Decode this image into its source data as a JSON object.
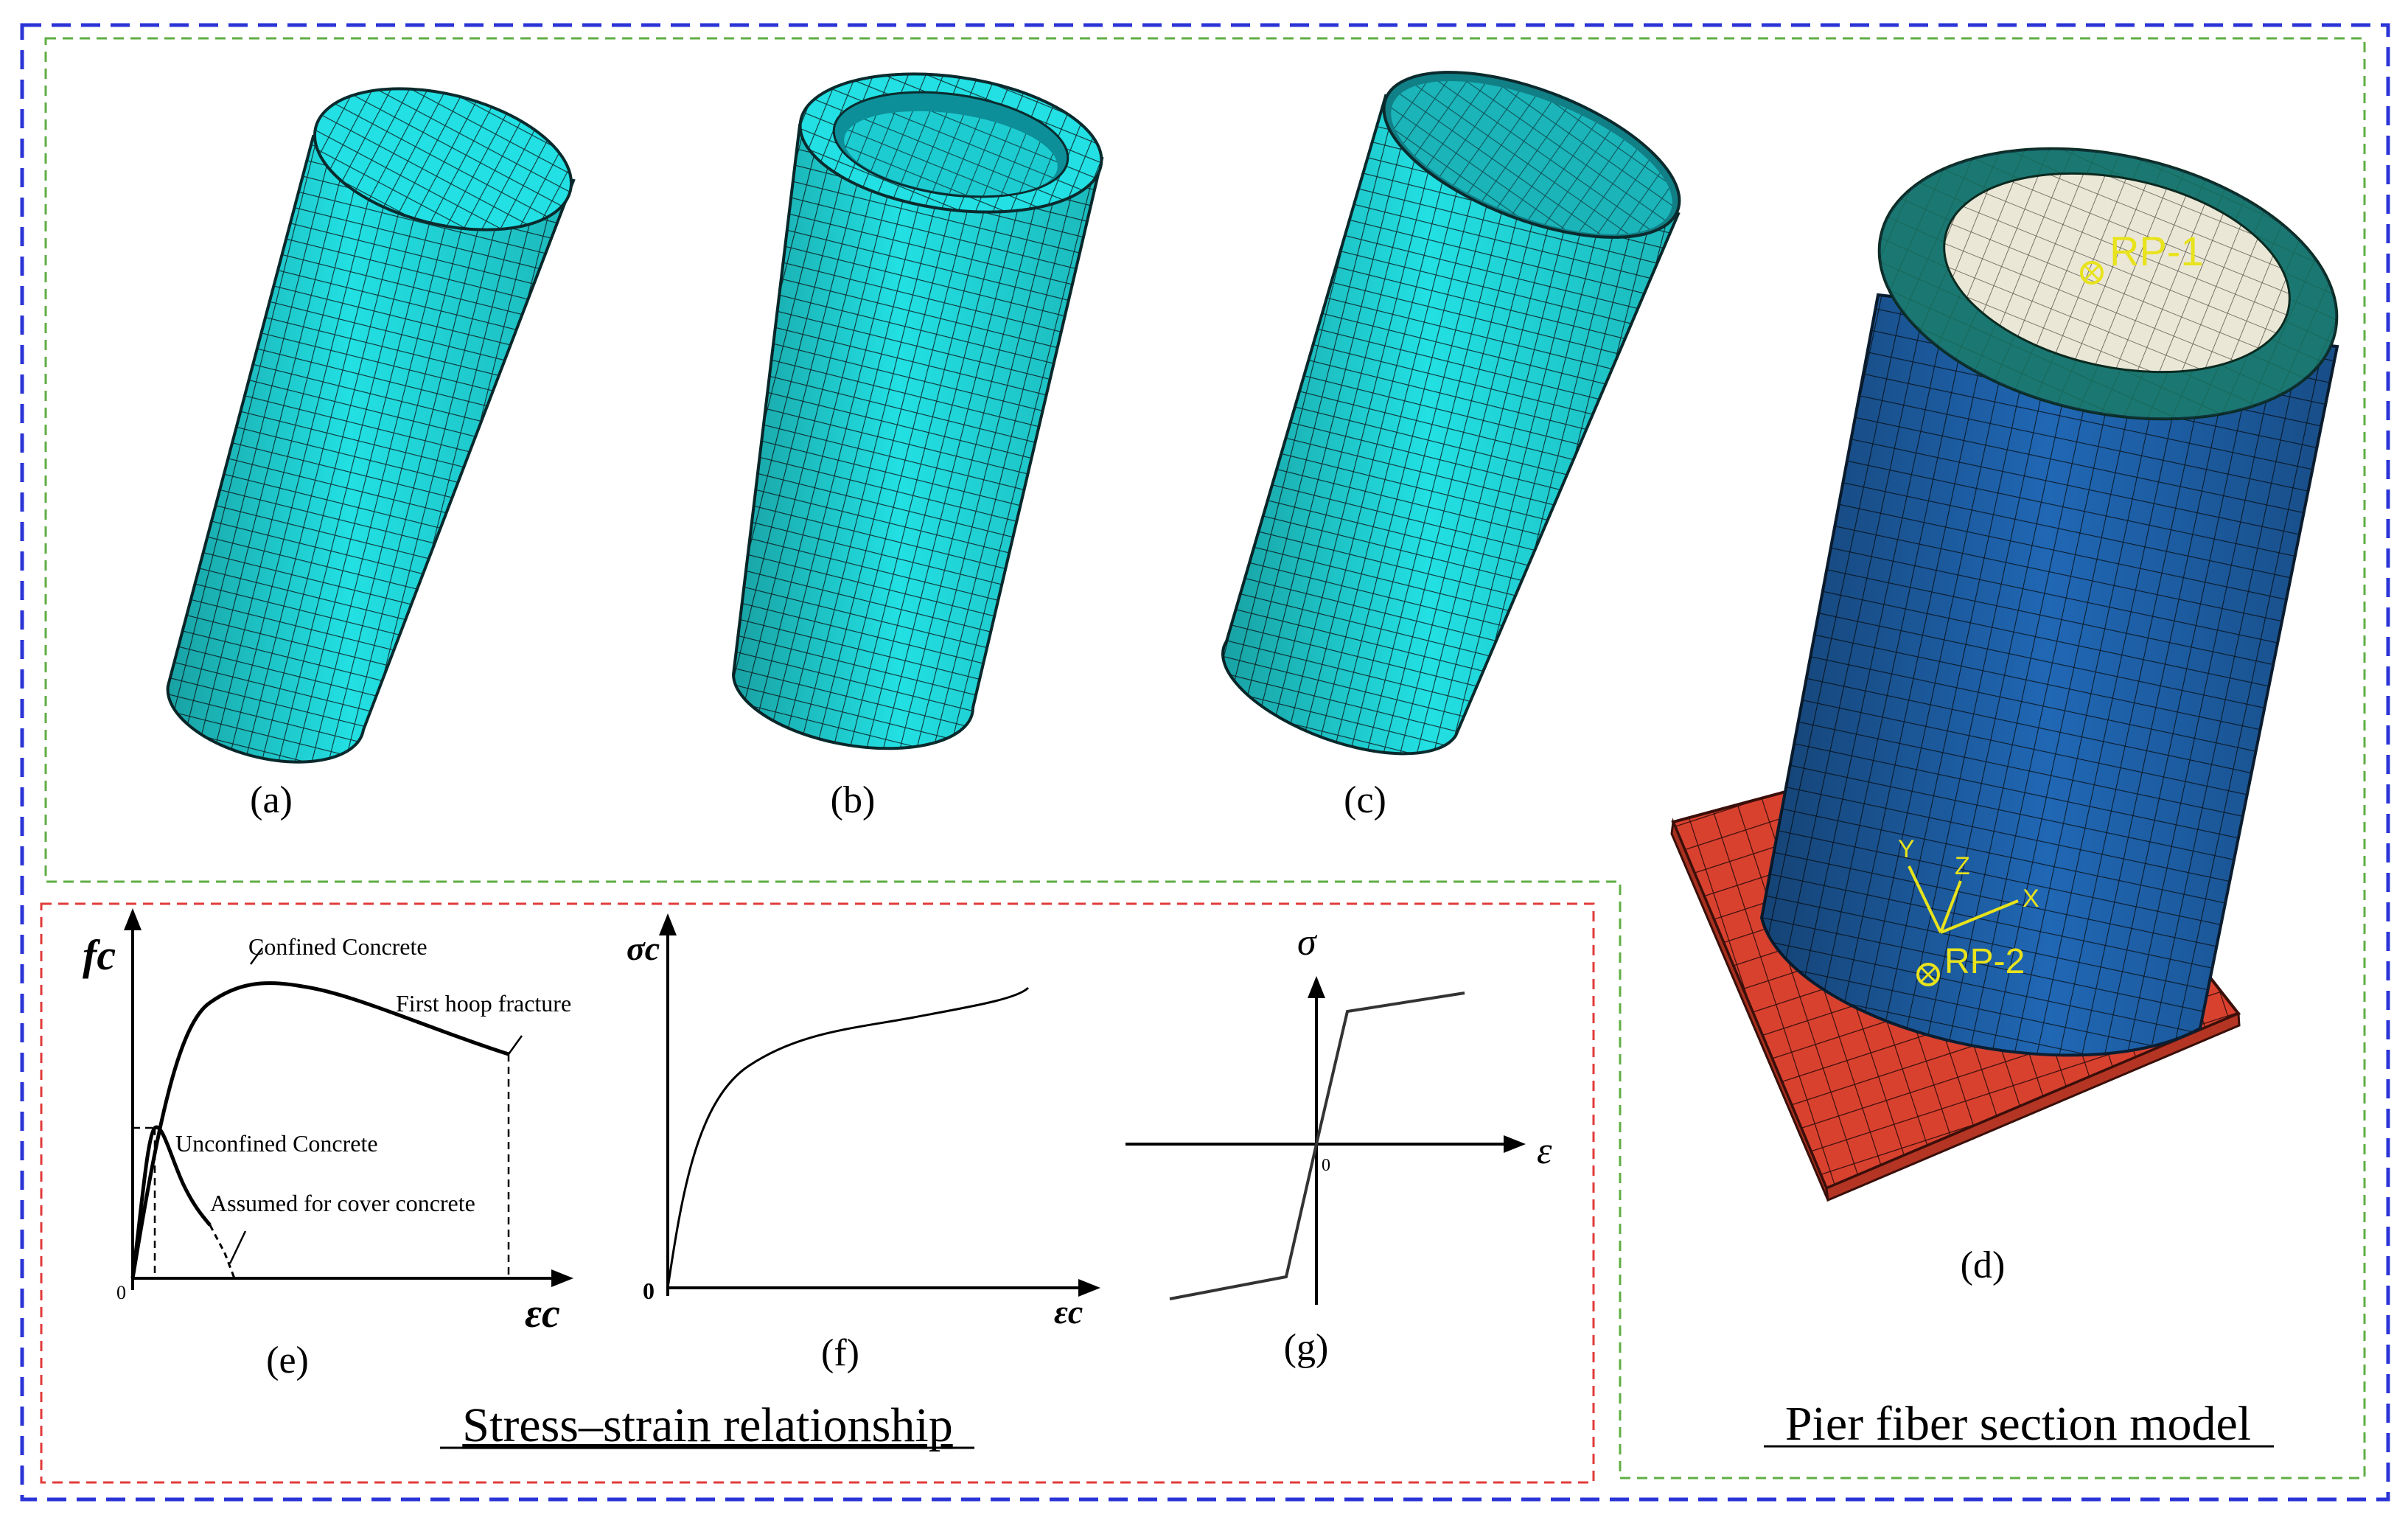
{
  "panels": {
    "a": "(a)",
    "b": "(b)",
    "c": "(c)",
    "d": "(d)",
    "e": "(e)",
    "f": "(f)",
    "g": "(g)"
  },
  "sections": {
    "stress_strain": "Stress–strain relationship",
    "pier_model": "Pier fiber section model"
  },
  "pier": {
    "rp1": "RP-1",
    "rp2": "RP-2",
    "axis_x": "X",
    "axis_y": "Y",
    "axis_z": "Z"
  },
  "graph_e": {
    "ylabel": "fc",
    "xlabel": "εc",
    "origin": "0",
    "confined": "Confined Concrete",
    "first_hoop": "First hoop fracture",
    "unconfined": "Unconfined Concrete",
    "assumed": "Assumed for cover concrete"
  },
  "graph_f": {
    "ylabel": "σc",
    "xlabel": "εc",
    "origin": "0"
  },
  "graph_g": {
    "ylabel": "σ",
    "xlabel": "ε",
    "origin": "0"
  },
  "colors": {
    "outer_border": "#2b34d6",
    "top_panel_border": "#5fae43",
    "graph_panel_border": "#e23b3b",
    "mesh_cyan": "#1fe3e6",
    "mesh_cyan_dark": "#0fa9b4",
    "pier_blue": "#1f5ea8",
    "pier_top_ring": "#1a7a63",
    "pier_core": "#e8e4d3",
    "base_red": "#d9412f",
    "annotation_yellow": "#e8e31c"
  }
}
